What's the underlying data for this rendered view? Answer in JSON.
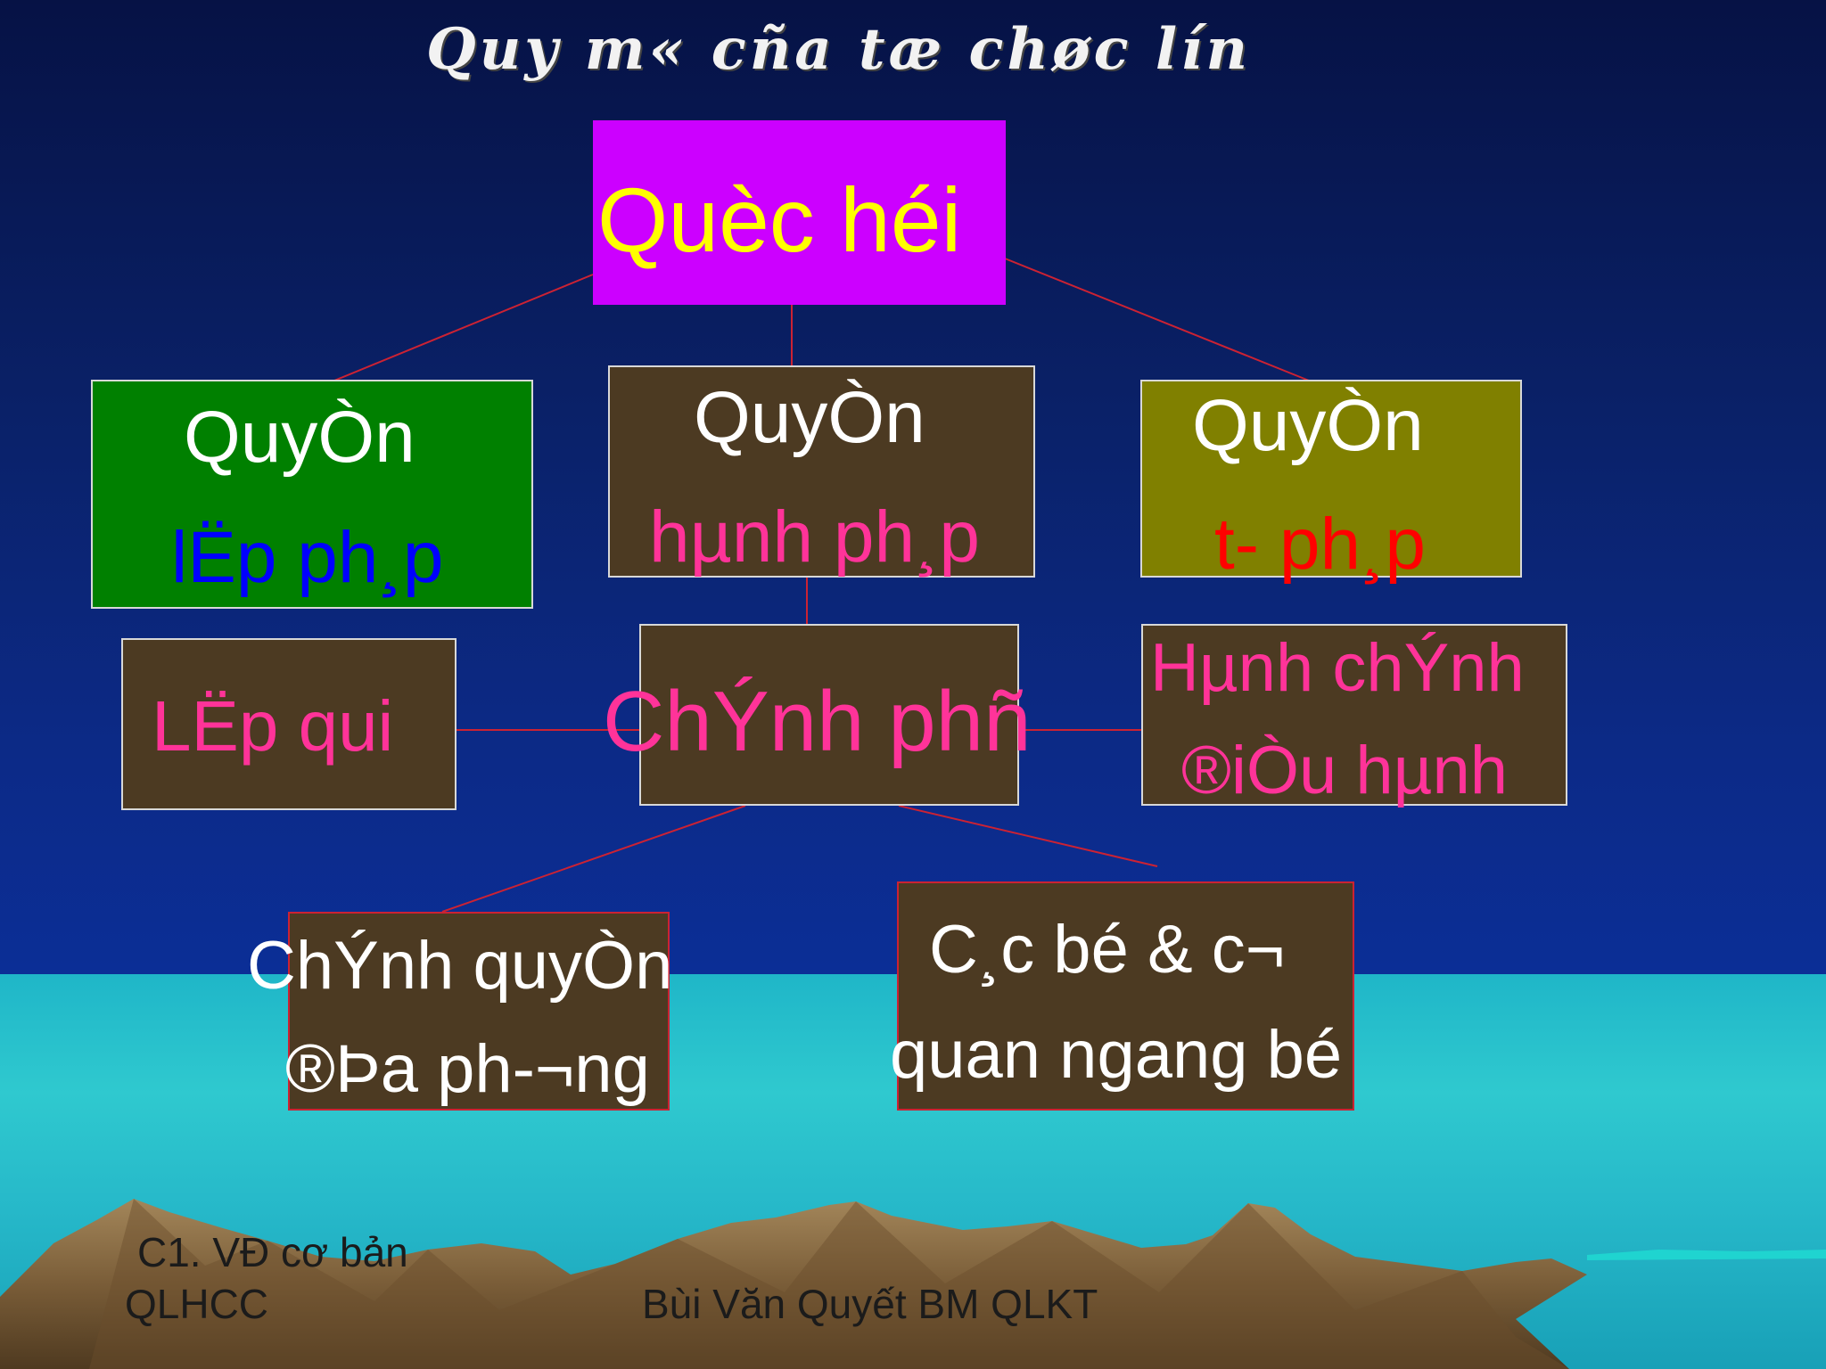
{
  "slide": {
    "title": "Quy m« cña tæ chøc lín",
    "root": {
      "label": "Quèc héi"
    },
    "branches": [
      {
        "line1": "QuyÒn",
        "line2": "lËp ph¸p"
      },
      {
        "line1": "QuyÒn",
        "line2": "hµnh ph¸p"
      },
      {
        "line1": "QuyÒn",
        "line2": "t­- ph¸p"
      }
    ],
    "government": {
      "label": "ChÝnh phñ"
    },
    "side_left": {
      "label": "LËp qui"
    },
    "side_right": {
      "line1": "Hµnh chÝnh",
      "line2": "®iÒu hµnh"
    },
    "bottom_left": {
      "line1": "ChÝnh quyÒn",
      "line2": "®Þa ph­-¬ng"
    },
    "bottom_right": {
      "line1": "C¸c bé & c¬",
      "line2": "quan ngang bé"
    },
    "footer": {
      "course_line1": "C1. VĐ cơ bản",
      "course_line2": "QLHCC",
      "author": "Bùi Văn Quyết BM QLKT"
    }
  },
  "colors": {
    "root_fill": "#cc00ff",
    "root_text": "#ffff00",
    "legislative_fill": "#008000",
    "legislative_text": "#0000ff",
    "executive_text": "#ff3399",
    "judicial_fill": "#808000",
    "judicial_text": "#ff0000",
    "node_fill_brown": "#4c3a22",
    "connector": "#cc2233"
  }
}
